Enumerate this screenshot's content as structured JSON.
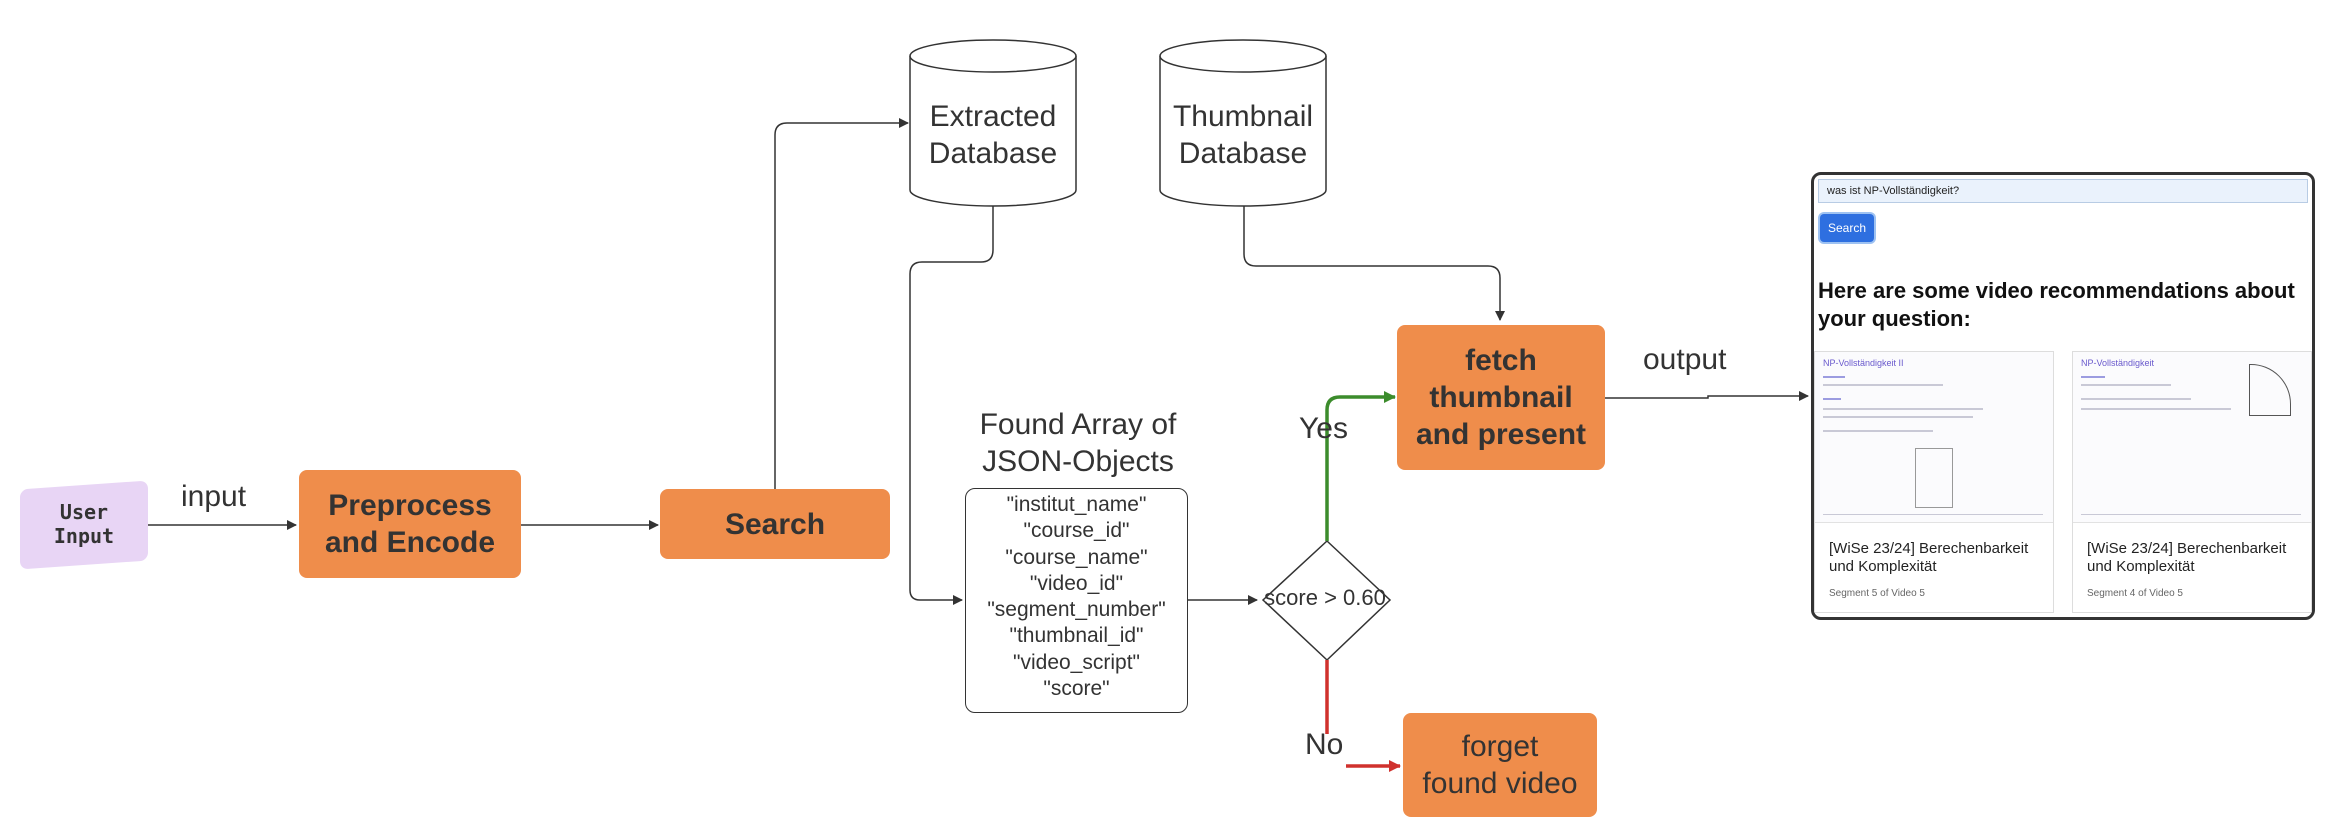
{
  "nodes": {
    "user_input": "User\nInput",
    "preprocess": "Preprocess\nand Encode",
    "search": "Search",
    "extracted_db": "Extracted\nDatabase",
    "thumbnail_db": "Thumbnail\nDatabase",
    "found_array_title": "Found Array of\nJSON-Objects",
    "json_fields": [
      "\"institut_name\"",
      "\"course_id\"",
      "\"course_name\"",
      "\"video_id\"",
      "\"segment_number\"",
      "\"thumbnail_id\"",
      "\"video_script\"",
      "\"score\""
    ],
    "decision": "score > 0.60",
    "fetch": "fetch\nthumbnail\nand present",
    "forget": "forget\nfound video"
  },
  "edges": {
    "input": "input",
    "yes": "Yes",
    "no": "No",
    "output": "output"
  },
  "colors": {
    "process_fill": "#EF8D4B",
    "user_input_fill": "#E8D5F5",
    "yes_arrow": "#3C8C2C",
    "no_arrow": "#D0312D",
    "line": "#333333"
  },
  "screenshot": {
    "query": "was ist NP-Vollständigkeit?",
    "search_button": "Search",
    "heading": "Here are some video recommendations about your question:",
    "cards": [
      {
        "thumb_title": "NP-Vollständigkeit II",
        "title": "[WiSe 23/24] Berechenbarkeit und Komplexität",
        "segment": "Segment 5 of Video 5"
      },
      {
        "thumb_title": "NP-Vollständigkeit",
        "title": "[WiSe 23/24] Berechenbarkeit und Komplexität",
        "segment": "Segment 4 of Video 5"
      }
    ]
  }
}
